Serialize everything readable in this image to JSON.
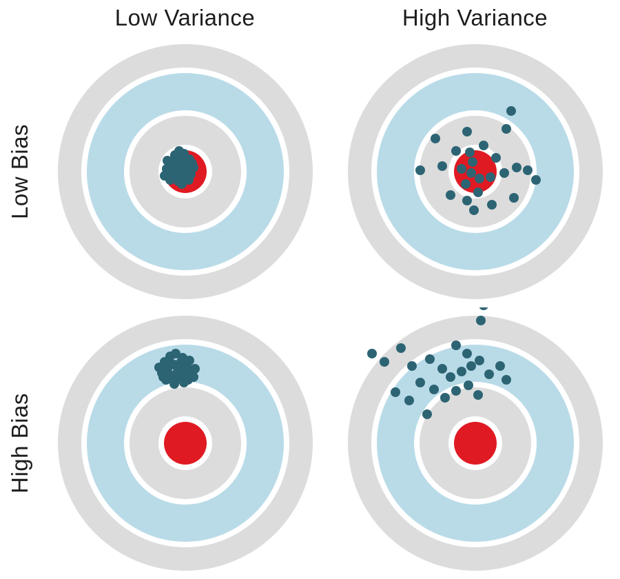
{
  "columns": [
    "Low Variance",
    "High Variance"
  ],
  "rows": [
    "Low Bias",
    "High Bias"
  ],
  "colors": {
    "background": "#ffffff",
    "text": "#1d1d1d",
    "ring_gray": "#dcdcdc",
    "ring_blue": "#b9dbe8",
    "bullseye_red": "#e01a23",
    "gap_white": "#ffffff",
    "dot": "#2d6474"
  },
  "target": {
    "outer_radius": 185,
    "dot_radius": 7,
    "rings": [
      {
        "name": "outer-gray-ring",
        "r": 185,
        "color": "#dcdcdc"
      },
      {
        "name": "white-gap-1",
        "r": 151,
        "color": "#ffffff"
      },
      {
        "name": "blue-ring",
        "r": 143,
        "color": "#b9dbe8"
      },
      {
        "name": "white-gap-2",
        "r": 89,
        "color": "#ffffff"
      },
      {
        "name": "inner-gray-ring",
        "r": 81,
        "color": "#dcdcdc"
      },
      {
        "name": "white-gap-3",
        "r": 39,
        "color": "#ffffff"
      },
      {
        "name": "bullseye",
        "r": 31,
        "color": "#e01a23"
      }
    ]
  },
  "panels": [
    {
      "id": "low-bias-low-variance",
      "bias": "Low Bias",
      "variance": "Low Variance",
      "dots": [
        [
          -8,
          -18
        ],
        [
          -20,
          -12
        ],
        [
          -27,
          -4
        ],
        [
          -15,
          -24
        ],
        [
          -2,
          -26
        ],
        [
          6,
          -18
        ],
        [
          -30,
          6
        ],
        [
          -22,
          12
        ],
        [
          -12,
          4
        ],
        [
          -4,
          -8
        ],
        [
          4,
          -4
        ],
        [
          10,
          -12
        ],
        [
          -18,
          -2
        ],
        [
          -26,
          -16
        ],
        [
          -10,
          14
        ],
        [
          0,
          8
        ],
        [
          -6,
          -2
        ],
        [
          8,
          4
        ],
        [
          -16,
          -14
        ],
        [
          2,
          -14
        ],
        [
          -24,
          2
        ],
        [
          -13,
          -8
        ],
        [
          -5,
          18
        ],
        [
          12,
          -6
        ],
        [
          -9,
          -30
        ],
        [
          5,
          12
        ]
      ]
    },
    {
      "id": "low-bias-high-variance",
      "bias": "Low Bias",
      "variance": "High Variance",
      "dots": [
        [
          52,
          -88
        ],
        [
          45,
          -62
        ],
        [
          -12,
          -58
        ],
        [
          -58,
          -48
        ],
        [
          -28,
          -30
        ],
        [
          -8,
          -28
        ],
        [
          12,
          -38
        ],
        [
          30,
          -20
        ],
        [
          -80,
          -2
        ],
        [
          -48,
          -8
        ],
        [
          -20,
          -4
        ],
        [
          -4,
          -14
        ],
        [
          -6,
          2
        ],
        [
          6,
          10
        ],
        [
          -14,
          18
        ],
        [
          22,
          8
        ],
        [
          42,
          2
        ],
        [
          60,
          -6
        ],
        [
          76,
          -2
        ],
        [
          88,
          12
        ],
        [
          -36,
          34
        ],
        [
          -12,
          42
        ],
        [
          4,
          30
        ],
        [
          24,
          48
        ],
        [
          56,
          38
        ],
        [
          -2,
          56
        ]
      ]
    },
    {
      "id": "high-bias-low-variance",
      "bias": "High Bias",
      "variance": "Low Variance",
      "dots": [
        [
          -30,
          -118
        ],
        [
          -22,
          -126
        ],
        [
          -14,
          -130
        ],
        [
          -4,
          -124
        ],
        [
          -26,
          -108
        ],
        [
          -16,
          -114
        ],
        [
          -8,
          -106
        ],
        [
          2,
          -112
        ],
        [
          -34,
          -102
        ],
        [
          -20,
          -98
        ],
        [
          -10,
          -94
        ],
        [
          0,
          -100
        ],
        [
          8,
          -104
        ],
        [
          -28,
          -92
        ],
        [
          -6,
          -118
        ],
        [
          4,
          -92
        ],
        [
          -38,
          -110
        ],
        [
          -16,
          -86
        ],
        [
          12,
          -96
        ],
        [
          -2,
          -88
        ],
        [
          -24,
          -120
        ],
        [
          6,
          -120
        ],
        [
          -12,
          -102
        ],
        [
          -32,
          -96
        ],
        [
          14,
          -108
        ]
      ]
    },
    {
      "id": "high-bias-high-variance",
      "bias": "High Bias",
      "variance": "High Variance",
      "dots": [
        [
          12,
          -200
        ],
        [
          8,
          -178
        ],
        [
          -28,
          -142
        ],
        [
          -12,
          -130
        ],
        [
          -150,
          -130
        ],
        [
          -132,
          -118
        ],
        [
          -108,
          -138
        ],
        [
          -92,
          -112
        ],
        [
          -66,
          -122
        ],
        [
          -48,
          -108
        ],
        [
          -36,
          -96
        ],
        [
          -20,
          -104
        ],
        [
          -6,
          -112
        ],
        [
          6,
          -120
        ],
        [
          20,
          -100
        ],
        [
          36,
          -112
        ],
        [
          45,
          -92
        ],
        [
          -80,
          -88
        ],
        [
          -60,
          -78
        ],
        [
          -44,
          -66
        ],
        [
          -28,
          -76
        ],
        [
          -10,
          -84
        ],
        [
          4,
          -70
        ],
        [
          -96,
          -62
        ],
        [
          -116,
          -74
        ],
        [
          -70,
          -42
        ]
      ]
    }
  ]
}
